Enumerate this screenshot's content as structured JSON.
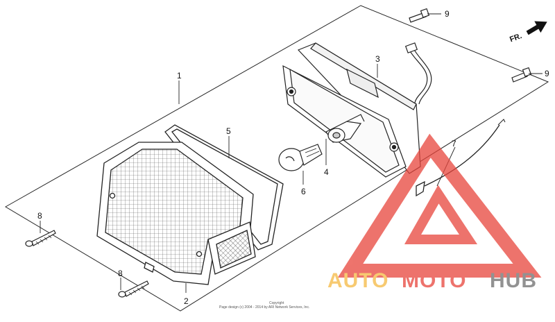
{
  "callouts": {
    "c1": "1",
    "c2": "2",
    "c3": "3",
    "c4": "4",
    "c5": "5",
    "c6": "6",
    "c7": "7",
    "c8a": "8",
    "c8b": "8",
    "c9a": "9",
    "c9b": "9"
  },
  "direction_label": "FR.",
  "copyright": {
    "line1": "Copyright",
    "line2": "Page design (c) 2004 - 2014 by ARI Network Services, Inc."
  },
  "watermark": {
    "part1": "AUTO",
    "part2": "MOTO",
    "part3": "HUB",
    "color_orange": "#f5b942",
    "color_red": "#e8453c",
    "color_gray": "#6e6e6e"
  }
}
